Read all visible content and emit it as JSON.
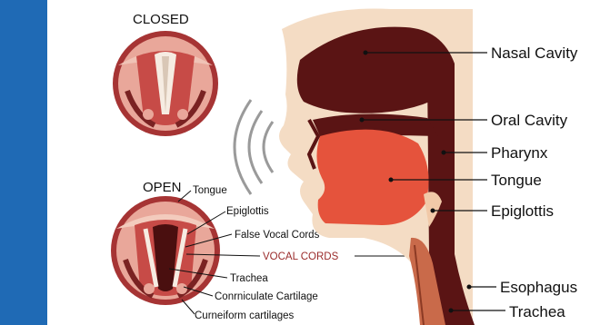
{
  "diagram": {
    "closed_title": "CLOSED",
    "open_title": "OPEN",
    "larynx_labels": {
      "tongue": "Tongue",
      "epiglottis": "Epiglottis",
      "false_vocal_cords": "False Vocal Cords",
      "vocal_cords": "VOCAL CORDS",
      "trachea": "Trachea",
      "corniculate": "Conrniculate Cartilage",
      "cuneiform": "Curneiform cartilages"
    },
    "head_labels": {
      "nasal_cavity": "Nasal Cavity",
      "oral_cavity": "Oral Cavity",
      "pharynx": "Pharynx",
      "tongue": "Tongue",
      "epiglottis": "Epiglottis",
      "esophagus": "Esophagus",
      "trachea": "Trachea"
    },
    "colors": {
      "side_bar": "#1f6ab5",
      "skin": "#f4dcc4",
      "cavity": "#5a1414",
      "tongue": "#e5533c",
      "larynx_ring": "#9a2b2b",
      "vocal_cords_label": "#9a2b2b"
    }
  }
}
